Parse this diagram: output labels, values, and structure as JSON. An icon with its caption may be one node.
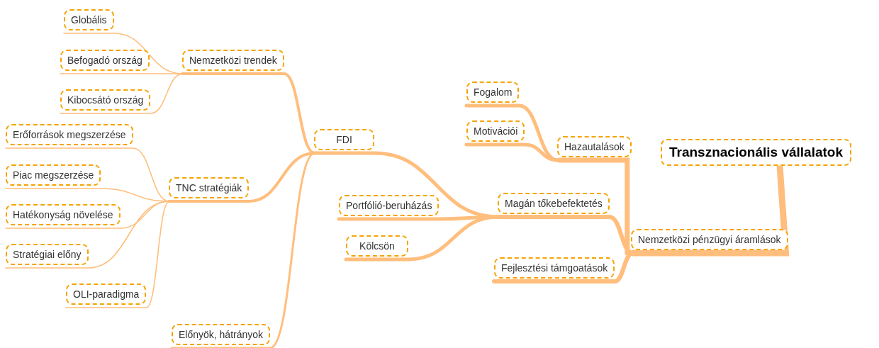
{
  "diagram": {
    "nodes": [
      {
        "text": [
          "Transznacionális vállalatok"
        ]
      },
      {
        "text": [
          "Nemzetközi pénzügyi áramlások"
        ]
      },
      {
        "text": [
          "Hazautalások"
        ]
      },
      {
        "text": [
          "Fogalom"
        ]
      },
      {
        "text": [
          "Motivációi"
        ]
      },
      {
        "text": [
          "Magán tőkebefektetés"
        ]
      },
      {
        "text": [
          "FDI"
        ]
      },
      {
        "text": [
          "Nemzetközi trendek"
        ]
      },
      {
        "text": [
          "Globális"
        ]
      },
      {
        "text": [
          "Befogadó ország"
        ]
      },
      {
        "text": [
          "Kibocsátó ország"
        ]
      },
      {
        "text": [
          "TNC stratégiák"
        ]
      },
      {
        "text": [
          "Erőforrások megszerzése"
        ]
      },
      {
        "text": [
          "Piac megszerzése"
        ]
      },
      {
        "text": [
          "Hatékonyság növelése"
        ]
      },
      {
        "text": [
          "Stratégiai előny"
        ]
      },
      {
        "text": [
          "OLI-paradigma"
        ]
      },
      {
        "text": [
          "Előnyök, hátrányok"
        ]
      },
      {
        "text": [
          "Portfólió-beruházás"
        ]
      },
      {
        "text": [
          "Kölcsön"
        ]
      },
      {
        "text": [
          "Fejlesztési támgoatások"
        ]
      }
    ],
    "edges": [
      {
        "from": 0,
        "to": 1,
        "arrow": "none",
        "style": "thick"
      },
      {
        "from": 1,
        "to": 2,
        "arrow": "none"
      },
      {
        "from": 2,
        "to": 3,
        "arrow": "none"
      },
      {
        "from": 2,
        "to": 4,
        "arrow": "none"
      },
      {
        "from": 1,
        "to": 5,
        "arrow": "none"
      },
      {
        "from": 5,
        "to": 6,
        "arrow": "none"
      },
      {
        "from": 6,
        "to": 7,
        "arrow": "none"
      },
      {
        "from": 7,
        "to": 8,
        "arrow": "none"
      },
      {
        "from": 7,
        "to": 9,
        "arrow": "none"
      },
      {
        "from": 7,
        "to": 10,
        "arrow": "none"
      },
      {
        "from": 6,
        "to": 11,
        "arrow": "none"
      },
      {
        "from": 11,
        "to": 12,
        "arrow": "none"
      },
      {
        "from": 11,
        "to": 13,
        "arrow": "none"
      },
      {
        "from": 11,
        "to": 14,
        "arrow": "none"
      },
      {
        "from": 11,
        "to": 15,
        "arrow": "none"
      },
      {
        "from": 11,
        "to": 16,
        "arrow": "none"
      },
      {
        "from": 6,
        "to": 17,
        "arrow": "none"
      },
      {
        "from": 5,
        "to": 18,
        "arrow": "none"
      },
      {
        "from": 5,
        "to": 19,
        "arrow": "none"
      },
      {
        "from": 1,
        "to": 20,
        "arrow": "none"
      }
    ]
  }
}
